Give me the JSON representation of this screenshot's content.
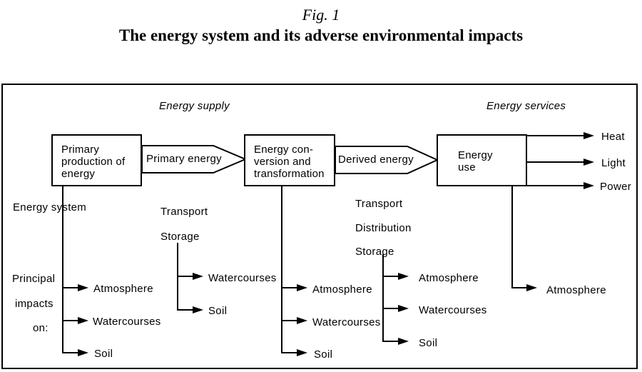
{
  "figure": {
    "label": "Fig. 1",
    "title": "The energy system and its adverse environmental impacts"
  },
  "section_headers": {
    "energy_supply": "Energy supply",
    "energy_services": "Energy services"
  },
  "flow": {
    "primary_production": {
      "lines": [
        "Primary",
        "production of",
        "energy"
      ]
    },
    "primary_energy": "Primary energy",
    "energy_conversion": {
      "lines": [
        "Energy con-",
        "version and",
        "transformation"
      ]
    },
    "derived_energy": "Derived energy",
    "energy_use": {
      "lines": [
        "Energy",
        "use"
      ]
    }
  },
  "energy_services": [
    "Heat",
    "Light",
    "Power"
  ],
  "annotations": {
    "energy_system": "Energy system",
    "principal": "Principal",
    "impacts": "impacts",
    "on": "on:"
  },
  "impact_columns": {
    "production": [
      "Atmosphere",
      "Watercourses",
      "Soil"
    ],
    "primary_energy_stage": {
      "stages": [
        "Transport",
        "Storage"
      ],
      "impacts": [
        "Watercourses",
        "Soil"
      ]
    },
    "conversion": [
      "Atmosphere",
      "Watercourses",
      "Soil"
    ],
    "derived_energy_stage": {
      "stages": [
        "Transport",
        "Distribution",
        "Storage"
      ],
      "impacts": [
        "Atmosphere",
        "Watercourses",
        "Soil"
      ]
    },
    "use": [
      "Atmosphere"
    ]
  },
  "colors": {
    "line": "#000000",
    "background": "#ffffff"
  }
}
